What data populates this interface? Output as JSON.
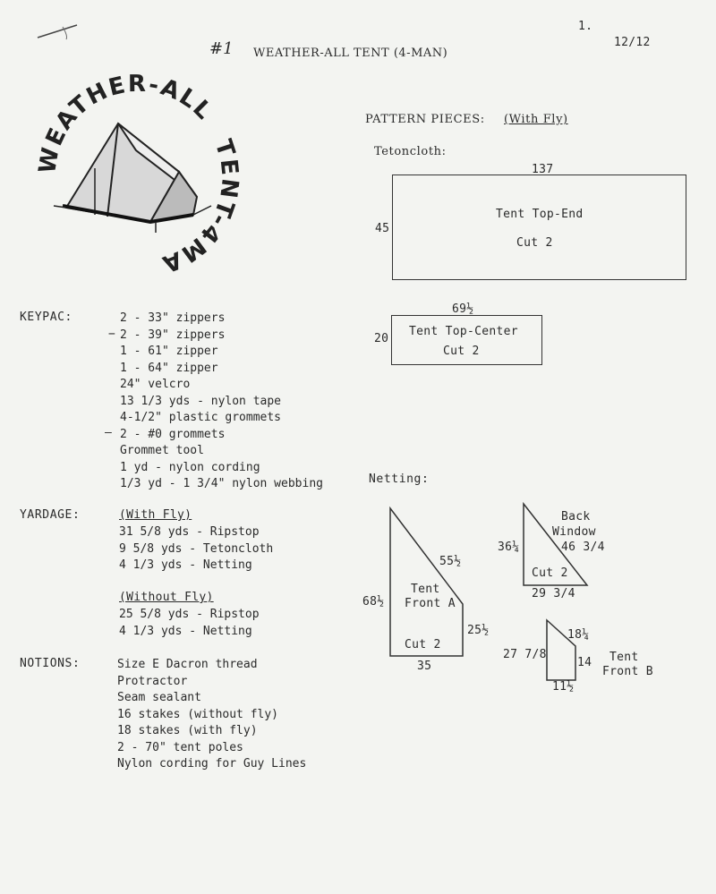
{
  "header": {
    "page_number": "1.",
    "doc_code": "12/12",
    "item_number": "#1",
    "title": "WEATHER-ALL TENT (4-MAN)"
  },
  "logo": {
    "text": "WEATHER-ALL TENT-4MAN"
  },
  "pattern": {
    "heading": "PATTERN PIECES:",
    "heading_note": "(With Fly)",
    "fabric_label": "Tetoncloth:",
    "netting_label": "Netting:",
    "pieces": {
      "top_end": {
        "width": "137",
        "height": "45",
        "name": "Tent Top-End",
        "cut": "Cut 2"
      },
      "top_center": {
        "width": "69½",
        "height": "20",
        "name": "Tent Top-Center",
        "cut": "Cut 2"
      },
      "front_a": {
        "slope": "55½",
        "name_line1": "Tent",
        "name_line2": "Front A",
        "height": "68½",
        "side": "25½",
        "cut": "Cut 2",
        "base": "35"
      },
      "back_window": {
        "name_line1": "Back",
        "name_line2": "Window",
        "slope": "46 3/4",
        "height": "36¼",
        "cut": "Cut 2",
        "base": "29 3/4"
      },
      "front_b": {
        "top": "18¼",
        "height": "27 7/8",
        "side": "14",
        "base": "11½",
        "name_line1": "Tent",
        "name_line2": "Front B"
      }
    }
  },
  "keypac": {
    "label": "KEYPAC:",
    "items": [
      "2 - 33\" zippers",
      "2 - 39\" zippers",
      "1 - 61\" zipper",
      "1 - 64\" zipper",
      "24\" velcro",
      "13 1/3 yds - nylon tape",
      "4-1/2\" plastic grommets",
      "2 - #0 grommets",
      "Grommet tool",
      "1 yd - nylon cording",
      "1/3 yd - 1 3/4\" nylon webbing"
    ]
  },
  "yardage": {
    "label": "YARDAGE:",
    "with_fly": {
      "heading": "(With Fly)",
      "items": [
        "31 5/8 yds - Ripstop",
        "9 5/8 yds - Tetoncloth",
        "4 1/3 yds - Netting"
      ]
    },
    "without_fly": {
      "heading": "(Without Fly)",
      "items": [
        "25 5/8 yds - Ripstop",
        "4 1/3 yds - Netting"
      ]
    }
  },
  "notions": {
    "label": "NOTIONS:",
    "items": [
      "Size E Dacron thread",
      "Protractor",
      "Seam sealant",
      "16 stakes (without fly)",
      "18 stakes (with fly)",
      "2 - 70\" tent poles",
      "Nylon cording for Guy Lines"
    ]
  }
}
